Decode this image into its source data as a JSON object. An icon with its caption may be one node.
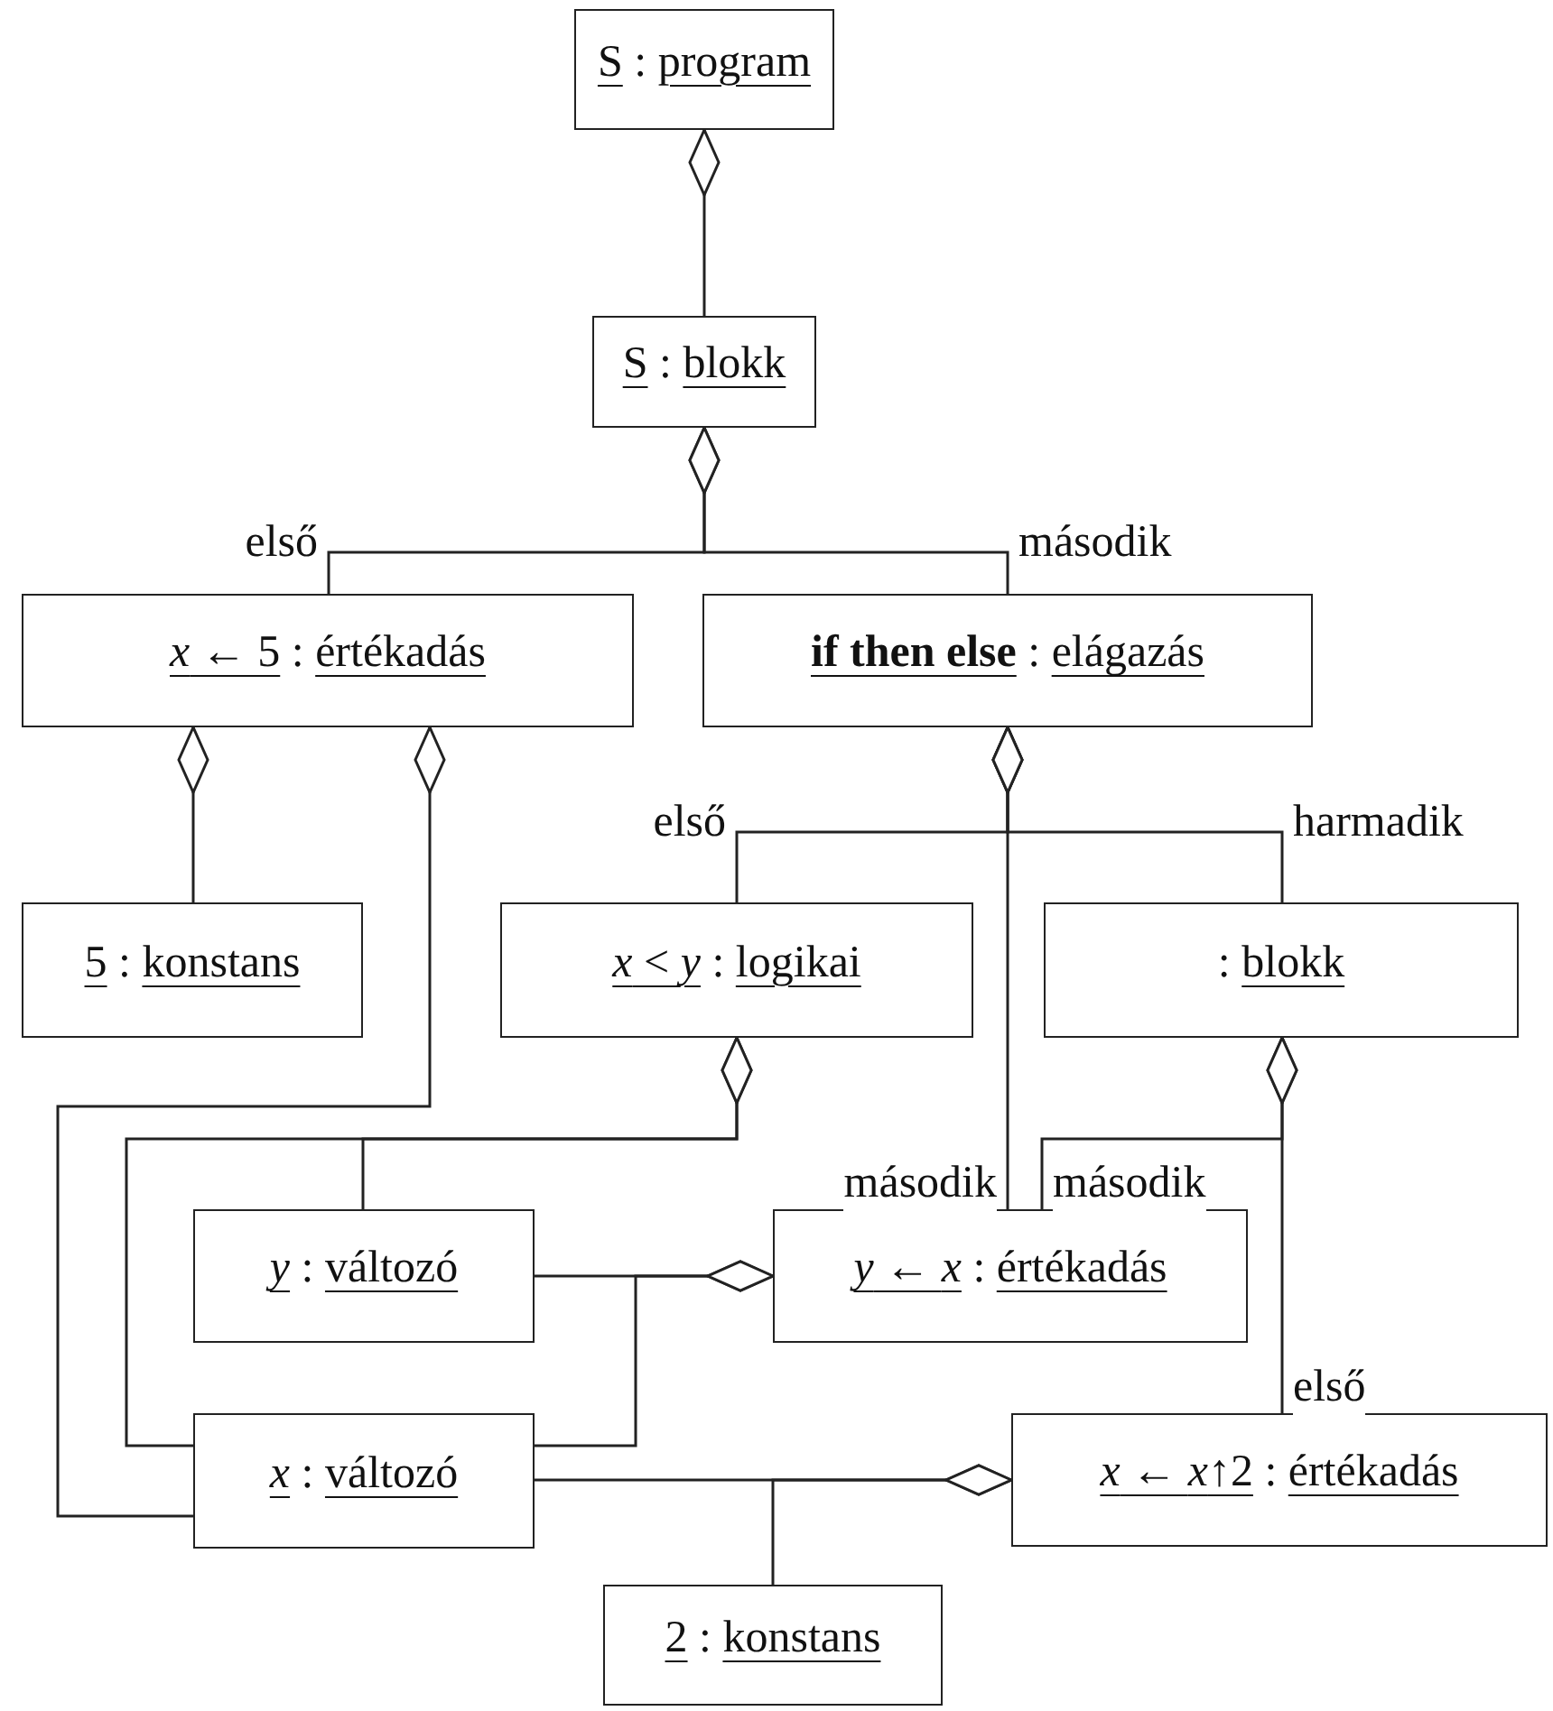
{
  "diagram": {
    "nodes": [
      {
        "text": [
          "S : program"
        ]
      },
      {
        "text": [
          "S : blokk"
        ]
      },
      {
        "text": [
          "*x* ← 5 : értékadás"
        ]
      },
      {
        "text": [
          "**if then else** : elágazás"
        ]
      },
      {
        "text": [
          "5 : konstans"
        ]
      },
      {
        "text": [
          "*x* < *y* : logikai"
        ]
      },
      {
        "text": [
          ": blokk"
        ]
      },
      {
        "text": [
          "*y* : változó"
        ]
      },
      {
        "text": [
          "*y* ← *x* : értékadás"
        ]
      },
      {
        "text": [
          "*x* : változó"
        ]
      },
      {
        "text": [
          "*x* ← *x*↑2 : értékadás"
        ]
      },
      {
        "text": [
          "2 : konstans"
        ]
      }
    ],
    "edges": [
      {
        "from": 0,
        "to": 1,
        "arrow": "other"
      },
      {
        "from": 1,
        "to": 2,
        "arrow": "other",
        "label": "első"
      },
      {
        "from": 1,
        "to": 3,
        "arrow": "other",
        "label": "második"
      },
      {
        "from": 2,
        "to": 4,
        "arrow": "other"
      },
      {
        "from": 2,
        "to": 9,
        "arrow": "other"
      },
      {
        "from": 3,
        "to": 5,
        "arrow": "other",
        "label": "első"
      },
      {
        "from": 3,
        "to": 8,
        "arrow": "other",
        "label": "második"
      },
      {
        "from": 3,
        "to": 6,
        "arrow": "other",
        "label": "harmadik"
      },
      {
        "from": 5,
        "to": 7,
        "arrow": "other"
      },
      {
        "from": 5,
        "to": 9,
        "arrow": "other"
      },
      {
        "from": 6,
        "to": 8,
        "arrow": "other",
        "label": "második"
      },
      {
        "from": 6,
        "to": 10,
        "arrow": "other",
        "label": "első"
      },
      {
        "from": 8,
        "to": 7,
        "arrow": "other"
      },
      {
        "from": 8,
        "to": 9,
        "arrow": "other"
      },
      {
        "from": 10,
        "to": 9,
        "arrow": "other"
      },
      {
        "from": 10,
        "to": 11,
        "arrow": "other"
      }
    ]
  }
}
